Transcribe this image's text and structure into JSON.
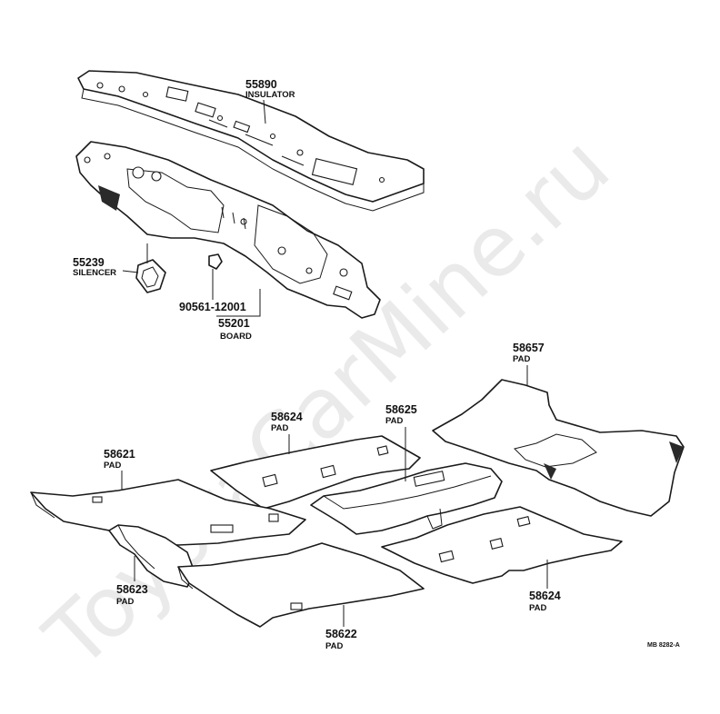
{
  "watermark": "ToyotaCarMine.ru",
  "diagram_code": "MB 8282-A",
  "parts": {
    "insulator": {
      "number": "55890",
      "name": "INSULATOR"
    },
    "silencer": {
      "number": "55239",
      "name": "SILENCER"
    },
    "clip": {
      "number": "90561-12001"
    },
    "board": {
      "number": "55201",
      "name": "BOARD"
    },
    "pad_58657": {
      "number": "58657",
      "name": "PAD"
    },
    "pad_58624_top": {
      "number": "58624",
      "name": "PAD"
    },
    "pad_58625": {
      "number": "58625",
      "name": "PAD"
    },
    "pad_58621": {
      "number": "58621",
      "name": "PAD"
    },
    "pad_58623": {
      "number": "58623",
      "name": "PAD"
    },
    "pad_58624_bottom": {
      "number": "58624",
      "name": "PAD"
    },
    "pad_58622": {
      "number": "58622",
      "name": "PAD"
    }
  }
}
